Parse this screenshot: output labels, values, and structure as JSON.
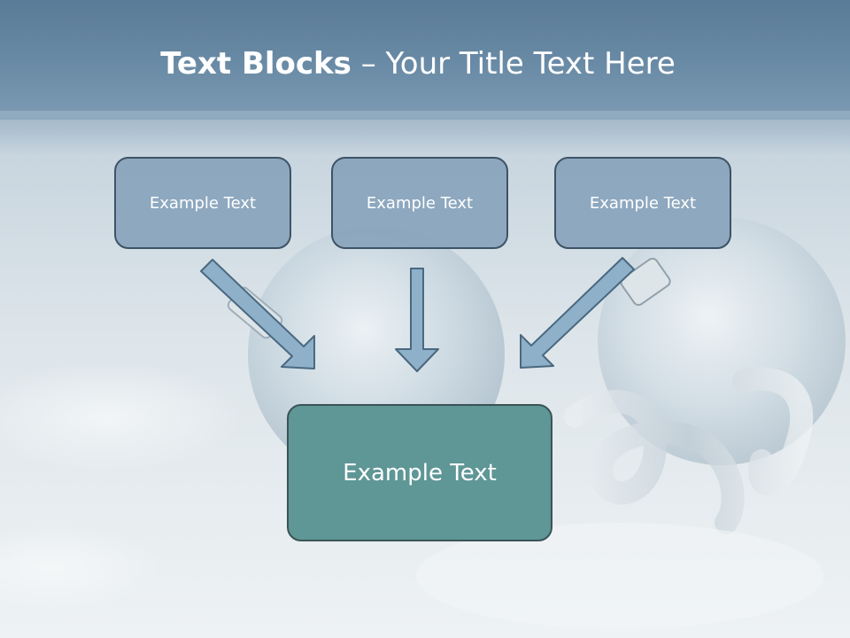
{
  "title": {
    "bold": "Text Blocks",
    "separator": " – ",
    "rest": "Your Title Text Here"
  },
  "boxes": [
    {
      "label": "Example Text"
    },
    {
      "label": "Example Text"
    },
    {
      "label": "Example Text"
    }
  ],
  "main_box": {
    "label": "Example Text"
  },
  "colors": {
    "header": "#6a8ba6",
    "small_box_fill": "#84a1ba",
    "main_box_fill": "#5f9696",
    "border": "#3e5366",
    "arrow_fill": "#8fb0c9",
    "arrow_stroke": "#4a6880"
  }
}
